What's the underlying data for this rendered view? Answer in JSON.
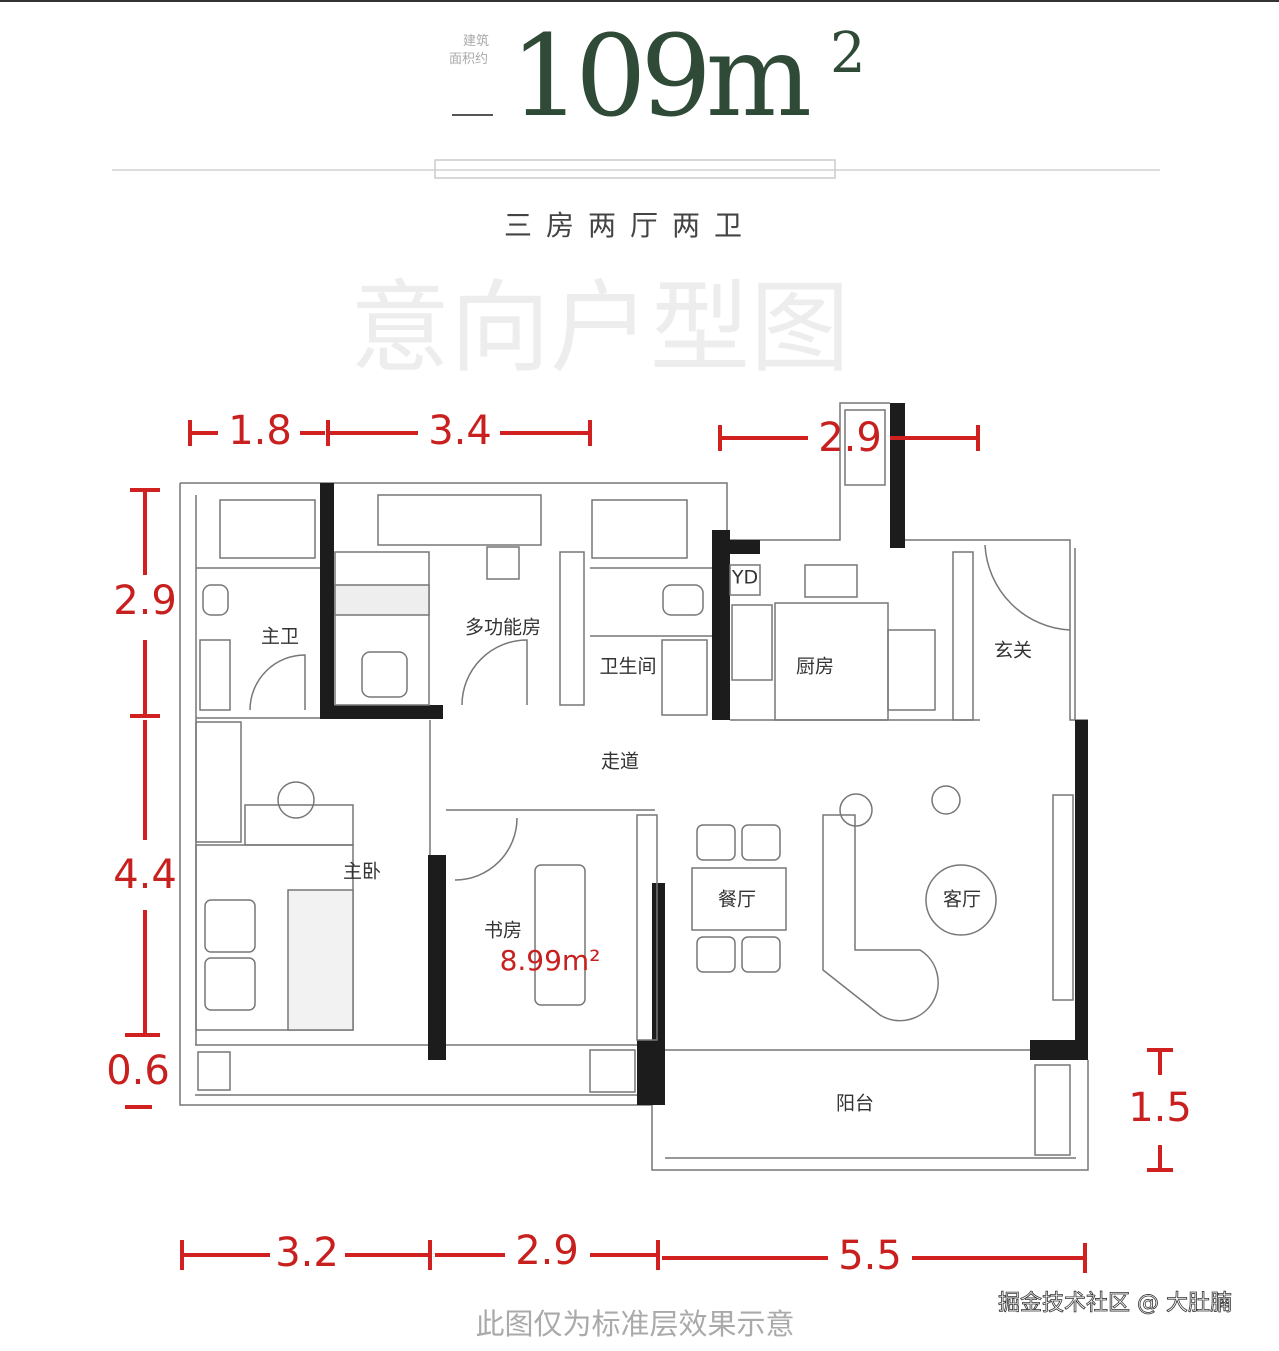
{
  "header": {
    "area_caption_line1": "建筑",
    "area_caption_line2": "面积约",
    "area_value": "109m",
    "area_unit_sup": "2",
    "layout_type": "三房两厅两卫"
  },
  "rooms": {
    "master_bath": "主卫",
    "multi_room": "多功能房",
    "bathroom": "卫生间",
    "kitchen": "厨房",
    "entrance": "玄关",
    "corridor": "走道",
    "master_bedroom": "主卧",
    "study": "书房",
    "study_area": "8.99m²",
    "dining": "餐厅",
    "living": "客厅",
    "balcony": "阳台",
    "fridge_tag": "YD"
  },
  "dimensions": {
    "top": [
      "1.8",
      "3.4",
      "2.9"
    ],
    "left": [
      "2.9",
      "4.4",
      "0.6"
    ],
    "right": [
      "1.5"
    ],
    "bottom": [
      "3.2",
      "2.9",
      "5.5"
    ]
  },
  "watermark": "意向户型图",
  "footer": {
    "disclaimer": "此图仅为标准层效果示意",
    "credit": "掘金技术社区 @ 大肚腩"
  },
  "colors": {
    "title_green": "#2f4a36",
    "dimension_red": "#d0201f",
    "wall": "#1c1c1c"
  }
}
